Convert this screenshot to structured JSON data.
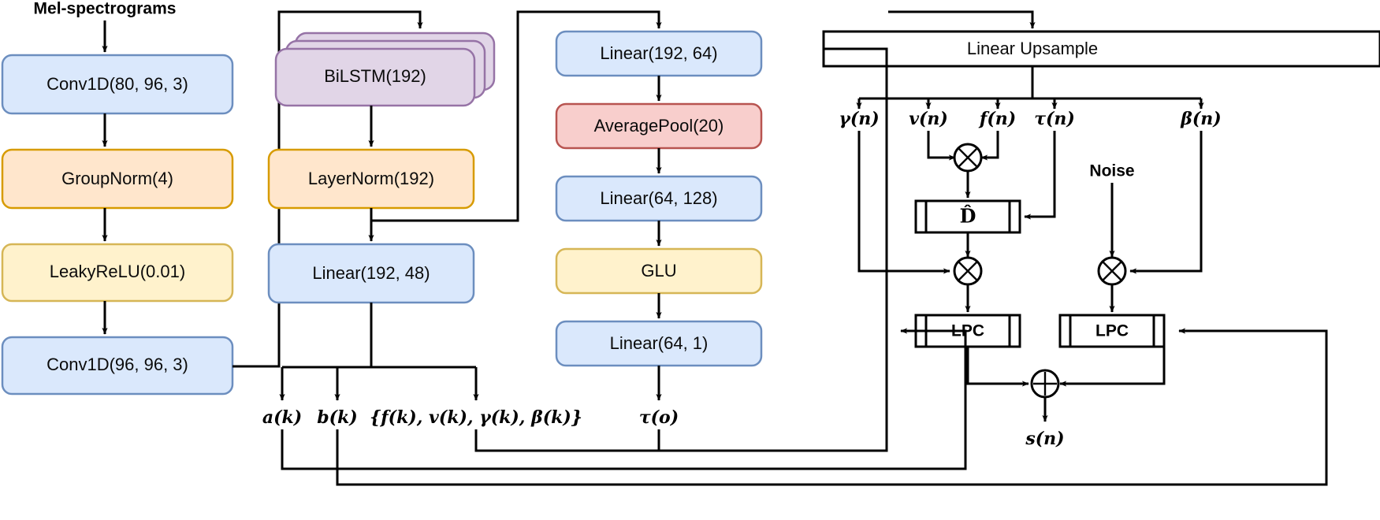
{
  "diagram": {
    "title_label": "Mel-spectrograms",
    "noise_label": "Noise",
    "upsample_label": "Linear Upsample",
    "encoder_column": [
      {
        "id": "conv1d-80-96-3",
        "label": "Conv1D(80, 96, 3)",
        "color": "#dae8fc",
        "border": "#6c8ebf"
      },
      {
        "id": "groupnorm-4",
        "label": "GroupNorm(4)",
        "color": "#ffe6cc",
        "border": "#d79b00"
      },
      {
        "id": "leakyrelu-001",
        "label": "LeakyReLU(0.01)",
        "color": "#fff2cc",
        "border": "#d6b656"
      },
      {
        "id": "conv1d-96-96-3",
        "label": "Conv1D(96, 96, 3)",
        "color": "#dae8fc",
        "border": "#6c8ebf"
      }
    ],
    "recurrent_column": [
      {
        "id": "bilstm-192",
        "label": "BiLSTM(192)",
        "color": "#e1d5e7",
        "border": "#9673a6",
        "stacked": true
      },
      {
        "id": "layernorm-192",
        "label": "LayerNorm(192)",
        "color": "#ffe6cc",
        "border": "#d79b00"
      },
      {
        "id": "linear-192-48",
        "label": "Linear(192, 48)",
        "color": "#dae8fc",
        "border": "#6c8ebf"
      }
    ],
    "tau_column": [
      {
        "id": "linear-192-64",
        "label": "Linear(192, 64)",
        "color": "#dae8fc",
        "border": "#6c8ebf"
      },
      {
        "id": "averagepool-20",
        "label": "AveragePool(20)",
        "color": "#f8cecc",
        "border": "#b85450"
      },
      {
        "id": "linear-64-128",
        "label": "Linear(64, 128)",
        "color": "#dae8fc",
        "border": "#6c8ebf"
      },
      {
        "id": "glu",
        "label": "GLU",
        "color": "#fff2cc",
        "border": "#d6b656"
      },
      {
        "id": "linear-64-1",
        "label": "Linear(64, 1)",
        "color": "#dae8fc",
        "border": "#6c8ebf"
      }
    ],
    "frame_outputs": [
      {
        "id": "a-k",
        "label": "a(k)"
      },
      {
        "id": "b-k",
        "label": "b(k)"
      },
      {
        "id": "fvgb-k",
        "label": "{f(k), v(k), γ(k), β(k)}"
      },
      {
        "id": "tau-o",
        "label": "τ(o)"
      }
    ],
    "sample_params": [
      {
        "id": "gamma-n",
        "label": "γ(n)"
      },
      {
        "id": "v-n",
        "label": "v(n)"
      },
      {
        "id": "f-n",
        "label": "f(n)"
      },
      {
        "id": "tau-n",
        "label": "τ(n)"
      },
      {
        "id": "beta-n",
        "label": "β(n)"
      }
    ],
    "dsp_blocks": [
      {
        "id": "d-hat",
        "label": "D̂"
      },
      {
        "id": "lpc-left",
        "label": "LPC"
      },
      {
        "id": "lpc-right",
        "label": "LPC"
      }
    ],
    "operators": [
      {
        "id": "mul-vf",
        "label": "⊗"
      },
      {
        "id": "mul-gamma",
        "label": "⊗"
      },
      {
        "id": "mul-noise-beta",
        "label": "⊗"
      },
      {
        "id": "sum-output",
        "label": "⊕"
      }
    ],
    "output_label": "s(n)"
  }
}
